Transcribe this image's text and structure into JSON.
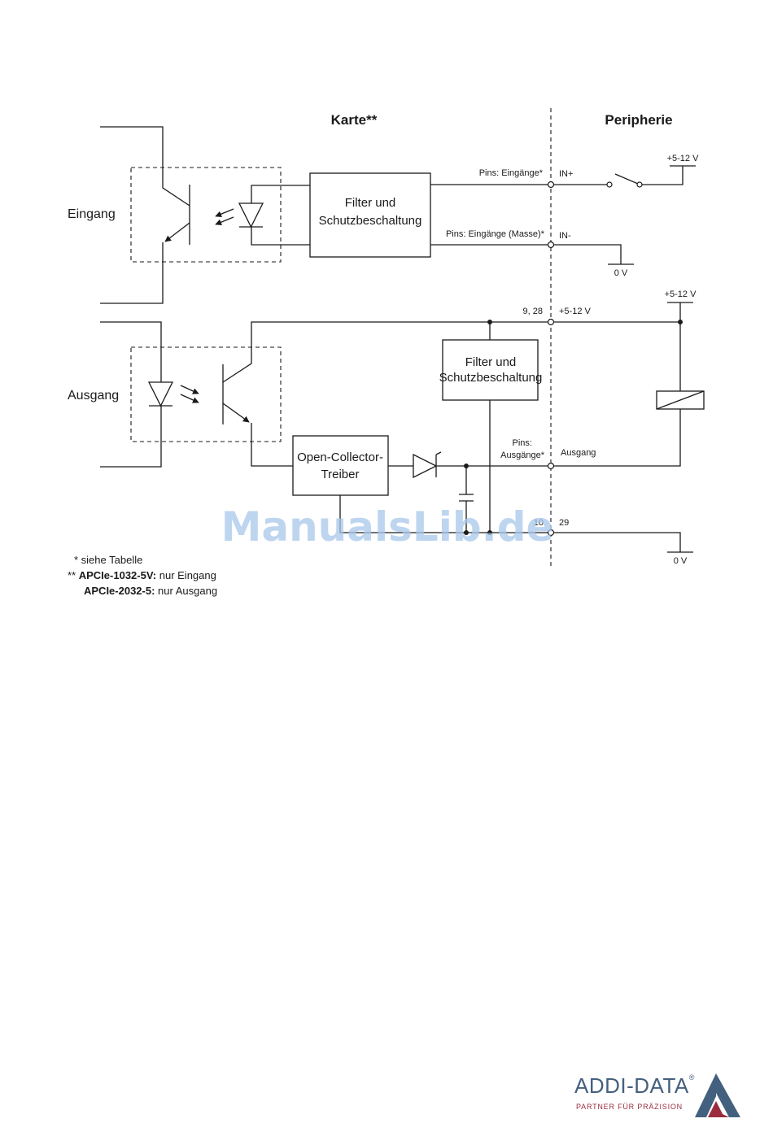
{
  "headers": {
    "card": "Karte**",
    "periphery": "Peripherie"
  },
  "sections": {
    "input": "Eingang",
    "output": "Ausgang"
  },
  "blocks": {
    "filter_in_line1": "Filter und",
    "filter_in_line2": "Schutzbeschaltung",
    "filter_out_line1": "Filter und",
    "filter_out_line2": "Schutzbeschaltung",
    "driver_line1": "Open-Collector-",
    "driver_line2": "Treiber"
  },
  "pins": {
    "inputs": "Pins: Eingänge*",
    "inputs_ground": "Pins: Eingänge (Masse)*",
    "outputs_line1": "Pins:",
    "outputs_line2": "Ausgänge*",
    "supply_pins": "9, 28",
    "ground_pin_a": "10",
    "ground_pin_b": "29"
  },
  "periphery_labels": {
    "in_plus": "IN+",
    "in_minus": "IN-",
    "supply_in": "+5-12 V",
    "zero_in": "0 V",
    "supply_out_top": "+5-12 V",
    "supply_line": "+5-12 V",
    "output": "Ausgang",
    "zero_out": "0 V"
  },
  "footnotes": {
    "star": "* siehe Tabelle",
    "double_star_prefix": "** ",
    "model_1": "APCIe-1032-5V:",
    "model_1_text": " nur Eingang",
    "model_2": "APCIe-2032-5:",
    "model_2_text": " nur Ausgang"
  },
  "watermark": "ManualsLib.de",
  "logo": {
    "name": "ADDI-DATA",
    "registered": "®",
    "tagline": "PARTNER FÜR PRÄZISION"
  },
  "colors": {
    "ink": "#1a1a1a",
    "watermark": "#a9c8ec",
    "logo_blue": "#44607f",
    "logo_red": "#9a2c3e"
  }
}
